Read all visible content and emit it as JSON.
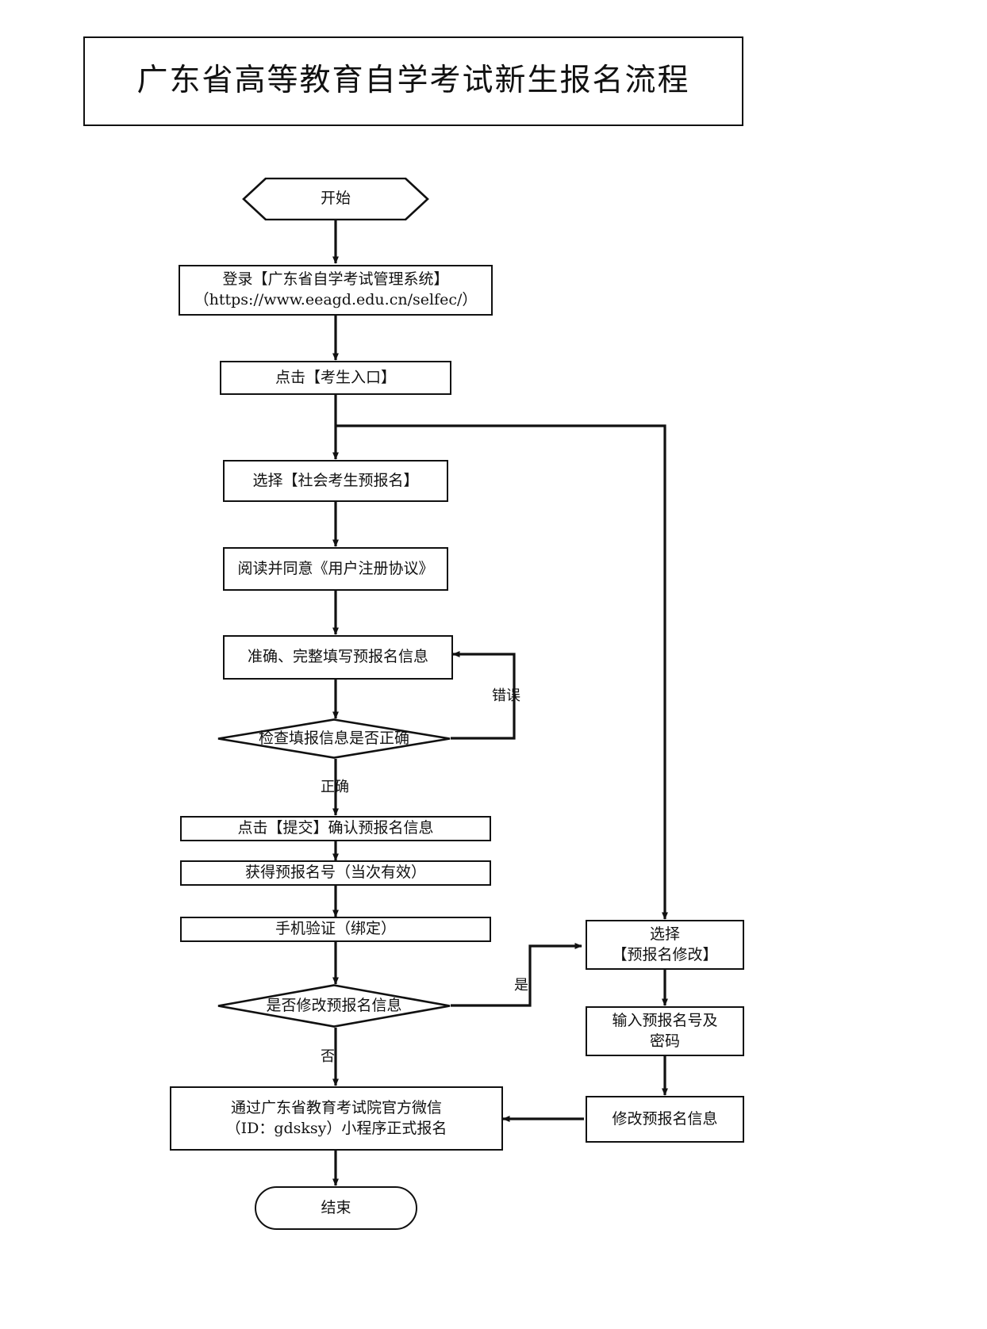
{
  "document": {
    "title": "广东省高等教育自学考试新生报名流程"
  },
  "chart_data": {
    "type": "diagram",
    "diagram_kind": "flowchart",
    "title": "广东省高等教育自学考试新生报名流程",
    "orientation": "top-to-bottom",
    "nodes": [
      {
        "id": "start",
        "shape": "hexagon",
        "label": "开始"
      },
      {
        "id": "login",
        "shape": "rect",
        "label_line1": "登录【广东省自学考试管理系统】",
        "label_line2": "（https://www.eeagd.edu.cn/selfec/）"
      },
      {
        "id": "entry",
        "shape": "rect",
        "label": "点击【考生入口】"
      },
      {
        "id": "choose_pre",
        "shape": "rect",
        "label": "选择【社会考生预报名】"
      },
      {
        "id": "agreement",
        "shape": "rect",
        "label": "阅读并同意《用户注册协议》"
      },
      {
        "id": "fill_info",
        "shape": "rect",
        "label": "准确、完整填写预报名信息"
      },
      {
        "id": "check_info",
        "shape": "diamond",
        "label": "检查填报信息是否正确"
      },
      {
        "id": "submit",
        "shape": "rect",
        "label": "点击【提交】确认预报名信息"
      },
      {
        "id": "get_number",
        "shape": "rect",
        "label": "获得预报名号（当次有效）"
      },
      {
        "id": "phone_verify",
        "shape": "rect",
        "label": "手机验证（绑定）"
      },
      {
        "id": "modify_q",
        "shape": "diamond",
        "label": "是否修改预报名信息"
      },
      {
        "id": "choose_edit",
        "shape": "rect",
        "label_line1": "选择",
        "label_line2": "【预报名修改】"
      },
      {
        "id": "input_pwd",
        "shape": "rect",
        "label_line1": "输入预报名号及",
        "label_line2": "密码"
      },
      {
        "id": "do_modify",
        "shape": "rect",
        "label": "修改预报名信息"
      },
      {
        "id": "wechat",
        "shape": "rect",
        "label_line1": "通过广东省教育考试院官方微信",
        "label_line2": "（ID：gdsksy）小程序正式报名"
      },
      {
        "id": "end",
        "shape": "terminator",
        "label": "结束"
      }
    ],
    "edges": [
      {
        "from": "start",
        "to": "login",
        "label": ""
      },
      {
        "from": "login",
        "to": "entry",
        "label": ""
      },
      {
        "from": "entry",
        "to": "choose_pre",
        "label": ""
      },
      {
        "from": "entry",
        "to": "choose_edit",
        "label": ""
      },
      {
        "from": "choose_pre",
        "to": "agreement",
        "label": ""
      },
      {
        "from": "agreement",
        "to": "fill_info",
        "label": ""
      },
      {
        "from": "fill_info",
        "to": "check_info",
        "label": ""
      },
      {
        "from": "check_info",
        "to": "fill_info",
        "label": "错误"
      },
      {
        "from": "check_info",
        "to": "submit",
        "label": "正确"
      },
      {
        "from": "submit",
        "to": "get_number",
        "label": ""
      },
      {
        "from": "get_number",
        "to": "phone_verify",
        "label": ""
      },
      {
        "from": "phone_verify",
        "to": "modify_q",
        "label": ""
      },
      {
        "from": "modify_q",
        "to": "choose_edit",
        "label": "是"
      },
      {
        "from": "modify_q",
        "to": "wechat",
        "label": "否"
      },
      {
        "from": "choose_edit",
        "to": "input_pwd",
        "label": ""
      },
      {
        "from": "input_pwd",
        "to": "do_modify",
        "label": ""
      },
      {
        "from": "do_modify",
        "to": "wechat",
        "label": ""
      },
      {
        "from": "wechat",
        "to": "end",
        "label": ""
      }
    ],
    "edge_labels": {
      "error": "错误",
      "correct": "正确",
      "yes": "是",
      "no": "否"
    },
    "colors": {
      "stroke": "#111111",
      "fill": "#ffffff",
      "text": "#111111"
    }
  }
}
